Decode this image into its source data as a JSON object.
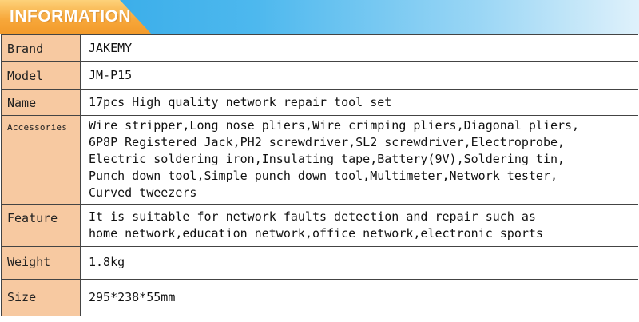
{
  "header": {
    "title": "INFORMATION"
  },
  "rows": [
    {
      "label": "Brand",
      "value": [
        "JAKEMY"
      ]
    },
    {
      "label": "Model",
      "value": [
        "JM-P15"
      ]
    },
    {
      "label": "Name",
      "value": [
        "17pcs  High quality network repair tool set"
      ]
    },
    {
      "label": "Accessories",
      "value": [
        "Wire stripper,Long nose pliers,Wire crimping pliers,Diagonal pliers,",
        "6P8P Registered Jack,PH2 screwdriver,SL2 screwdriver,Electroprobe,",
        "Electric soldering iron,Insulating tape,Battery(9V),Soldering tin,",
        "Punch down tool,Simple punch down tool,Multimeter,Network tester,",
        "Curved tweezers"
      ]
    },
    {
      "label": "Feature",
      "value": [
        "It is suitable  for network faults detection and repair such as",
        "home network,education network,office network,electronic sports"
      ]
    },
    {
      "label": "Weight",
      "value": [
        "1.8kg"
      ]
    },
    {
      "label": "Size",
      "value": [
        "295*238*55mm"
      ]
    }
  ]
}
